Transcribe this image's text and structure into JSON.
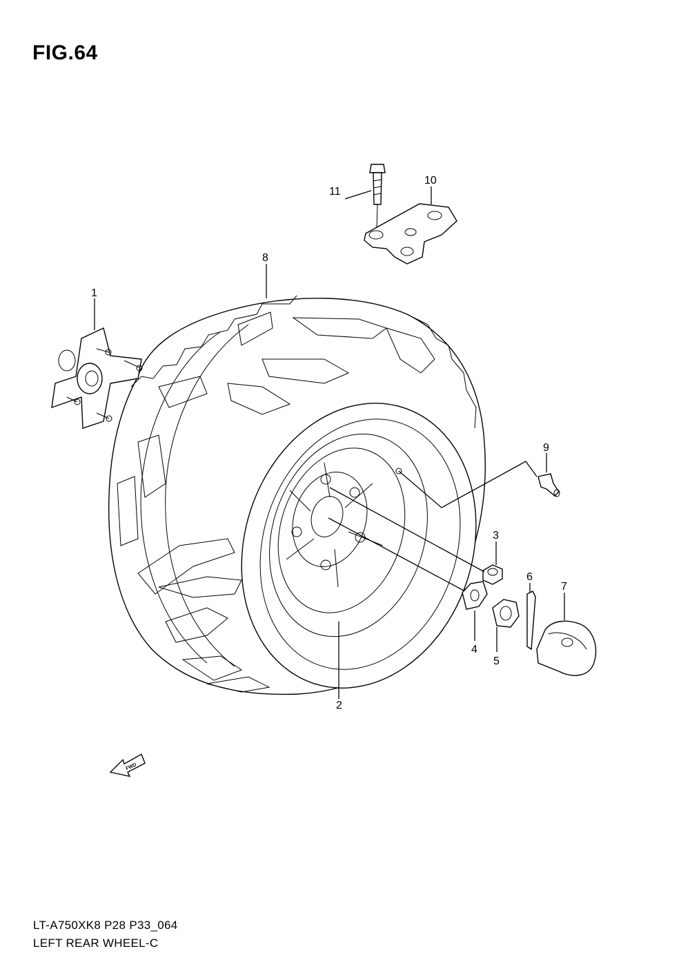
{
  "figure": {
    "title": "FIG.64"
  },
  "footer": {
    "model_code": "LT-A750XK8 P28 P33_064",
    "section_name": "LEFT REAR WHEEL-C"
  },
  "fwd_arrow": {
    "label": "FWD",
    "icon": "fwd-arrow-icon"
  },
  "callouts": [
    {
      "number": "1",
      "part": "wheel-hub"
    },
    {
      "number": "2",
      "part": "wheel-rim"
    },
    {
      "number": "3",
      "part": "wheel-nut"
    },
    {
      "number": "4",
      "part": "lock-washer"
    },
    {
      "number": "5",
      "part": "castle-nut"
    },
    {
      "number": "6",
      "part": "cotter-pin"
    },
    {
      "number": "7",
      "part": "hub-cap"
    },
    {
      "number": "8",
      "part": "tire"
    },
    {
      "number": "9",
      "part": "air-valve"
    },
    {
      "number": "10",
      "part": "mounting-bracket"
    },
    {
      "number": "11",
      "part": "bolt"
    }
  ]
}
